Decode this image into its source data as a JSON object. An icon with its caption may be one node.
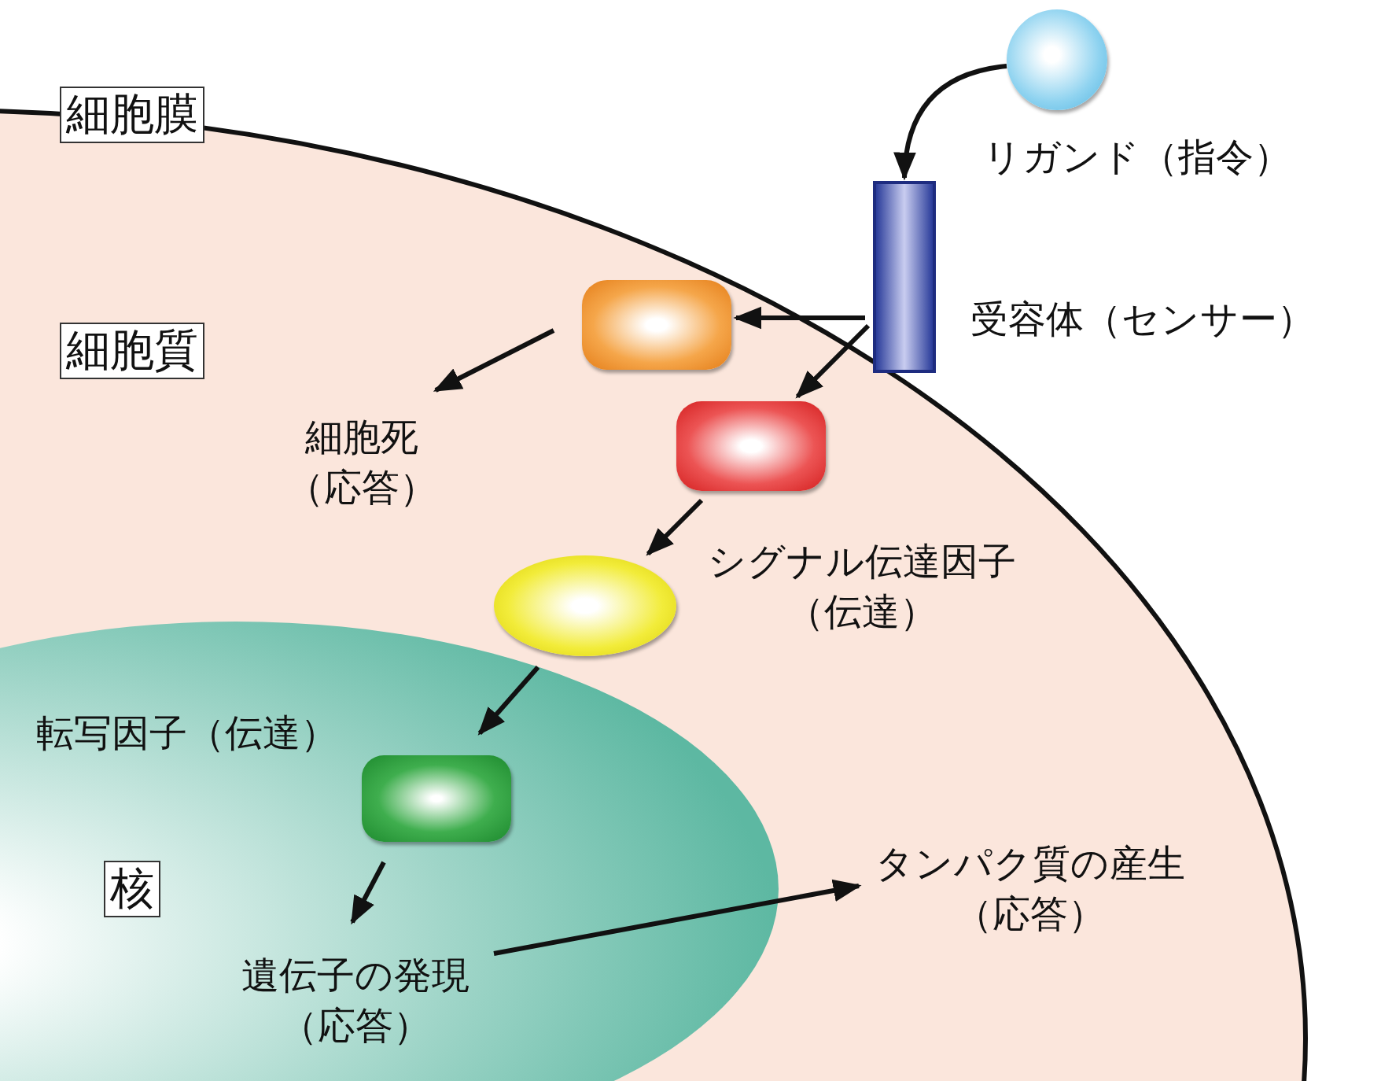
{
  "diagram": {
    "nodes": [
      {
        "text": [],
        "shape": "circle",
        "beside": [
          "リガンド（指令）"
        ]
      },
      {
        "text": [],
        "shape": "bar",
        "beside": [
          "受容体（センサー）"
        ]
      },
      {
        "text": [],
        "shape": "box"
      },
      {
        "text": [],
        "shape": "box"
      },
      {
        "text": [],
        "shape": "ellipse",
        "beside": [
          "シグナル伝達因子（伝達）"
        ]
      },
      {
        "text": [],
        "shape": "box",
        "beside": [
          "転写因子（伝達）"
        ]
      },
      {
        "text": [
          "細胞死（応答）"
        ]
      },
      {
        "text": [
          "遺伝子の発現（応答）"
        ]
      },
      {
        "text": [
          "タンパク質の産生（応答）"
        ]
      }
    ],
    "edges": [
      {
        "from": 0,
        "to": 1,
        "arrow": "to"
      },
      {
        "from": 1,
        "to": 2,
        "arrow": "to"
      },
      {
        "from": 1,
        "to": 3,
        "arrow": "to"
      },
      {
        "from": 2,
        "to": 6,
        "arrow": "to"
      },
      {
        "from": 3,
        "to": 4,
        "arrow": "to"
      },
      {
        "from": 4,
        "to": 5,
        "arrow": "to"
      },
      {
        "from": 5,
        "to": 7,
        "arrow": "to"
      },
      {
        "from": 7,
        "to": 8,
        "arrow": "to"
      }
    ],
    "labels": [
      "細胞膜",
      "細胞質",
      "核"
    ]
  }
}
